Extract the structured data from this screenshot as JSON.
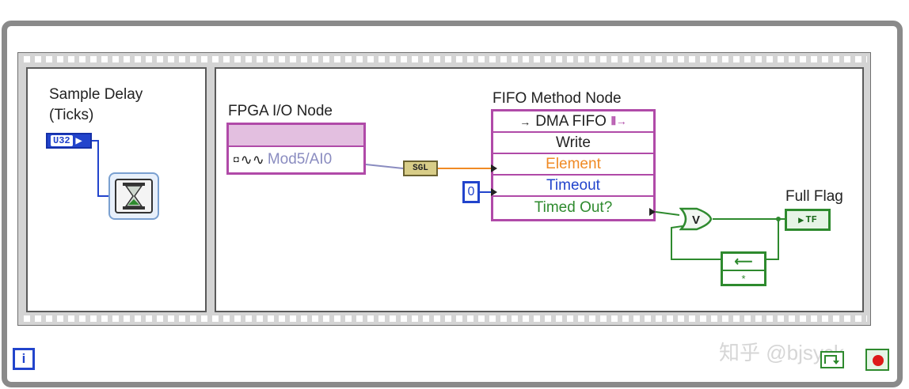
{
  "frame1": {
    "sample_delay_label_line1": "Sample Delay",
    "sample_delay_label_line2": "(Ticks)",
    "u32_terminal": "U32"
  },
  "frame2": {
    "fpga_io_label": "FPGA I/O Node",
    "io_channel": "Mod5/AI0",
    "sgl_label": "SGL",
    "fifo_method_label": "FIFO Method Node",
    "fifo_title": "DMA FIFO",
    "fifo_method": "Write",
    "fifo_element": "Element",
    "fifo_timeout": "Timeout",
    "fifo_timed_out": "Timed Out?",
    "timeout_constant": "0",
    "full_flag_label": "Full Flag",
    "tf_indicator": "TF",
    "or_gate_symbol": "V",
    "feedback_init_symbol": "*"
  },
  "loop": {
    "iteration_terminal": "i"
  },
  "watermark": "知乎 @bjsyck",
  "colors": {
    "u32_blue": "#2244cc",
    "fpga_pink": "#b04aa8",
    "bool_green": "#2e8a2e",
    "element_orange": "#f08a24",
    "timeout_blue": "#2244cc",
    "frame_gray": "#8a8a8a"
  },
  "icons": [
    "wait-ticks-icon",
    "analog-wave-icon",
    "dma-fifo-icon",
    "or-gate-icon",
    "feedback-node-icon",
    "stop-button-icon"
  ]
}
